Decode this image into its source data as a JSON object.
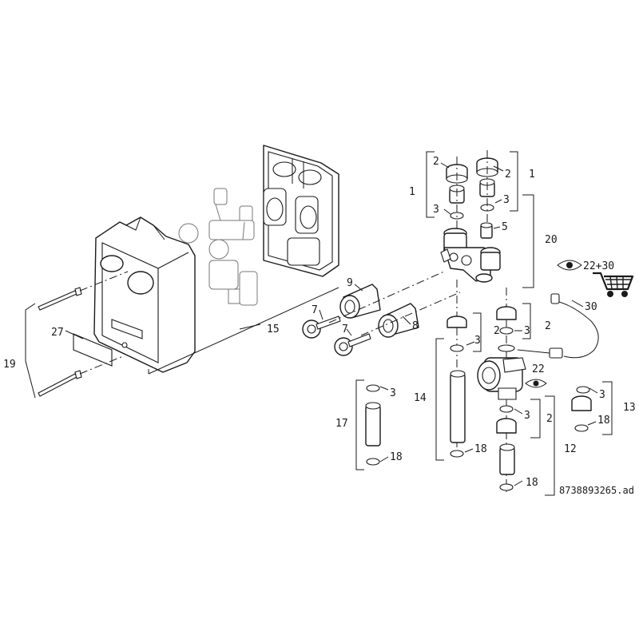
{
  "drawing": {
    "doc_id": "8738893265.ad",
    "callouts": [
      {
        "id": "c1a",
        "text": "1"
      },
      {
        "id": "c1b",
        "text": "1"
      },
      {
        "id": "c2a",
        "text": "2"
      },
      {
        "id": "c2b",
        "text": "2"
      },
      {
        "id": "c2c",
        "text": "2"
      },
      {
        "id": "c2d",
        "text": "2"
      },
      {
        "id": "c2e",
        "text": "2"
      },
      {
        "id": "c3a",
        "text": "3"
      },
      {
        "id": "c3b",
        "text": "3"
      },
      {
        "id": "c3c",
        "text": "3"
      },
      {
        "id": "c3d",
        "text": "3"
      },
      {
        "id": "c3e",
        "text": "3"
      },
      {
        "id": "c3f",
        "text": "3"
      },
      {
        "id": "c3g",
        "text": "3"
      },
      {
        "id": "c5",
        "text": "5"
      },
      {
        "id": "c7a",
        "text": "7"
      },
      {
        "id": "c7b",
        "text": "7"
      },
      {
        "id": "c8",
        "text": "8"
      },
      {
        "id": "c9",
        "text": "9"
      },
      {
        "id": "c12",
        "text": "12"
      },
      {
        "id": "c13",
        "text": "13"
      },
      {
        "id": "c14",
        "text": "14"
      },
      {
        "id": "c15",
        "text": "15"
      },
      {
        "id": "c17",
        "text": "17"
      },
      {
        "id": "c18a",
        "text": "18"
      },
      {
        "id": "c18b",
        "text": "18"
      },
      {
        "id": "c18c",
        "text": "18"
      },
      {
        "id": "c18d",
        "text": "18"
      },
      {
        "id": "c19",
        "text": "19"
      },
      {
        "id": "c20",
        "text": "20"
      },
      {
        "id": "c22",
        "text": "22"
      },
      {
        "id": "c22_30",
        "text": "22+30"
      },
      {
        "id": "c27",
        "text": "27"
      },
      {
        "id": "c30",
        "text": "30"
      }
    ]
  }
}
